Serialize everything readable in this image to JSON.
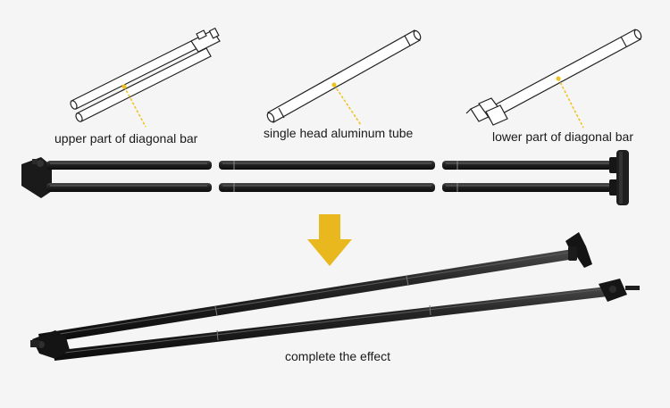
{
  "labels": {
    "upper": "upper part of diagonal bar",
    "single": "single head aluminum tube",
    "lower": "lower part of diagonal bar",
    "complete": "complete the effect"
  },
  "colors": {
    "background": "#f5f5f5",
    "tube": "#1c1c1c",
    "leader": "#f0c21a",
    "arrow": "#e8b81e",
    "outline": "#222222"
  },
  "icons": {
    "arrow": "down-arrow-icon"
  }
}
